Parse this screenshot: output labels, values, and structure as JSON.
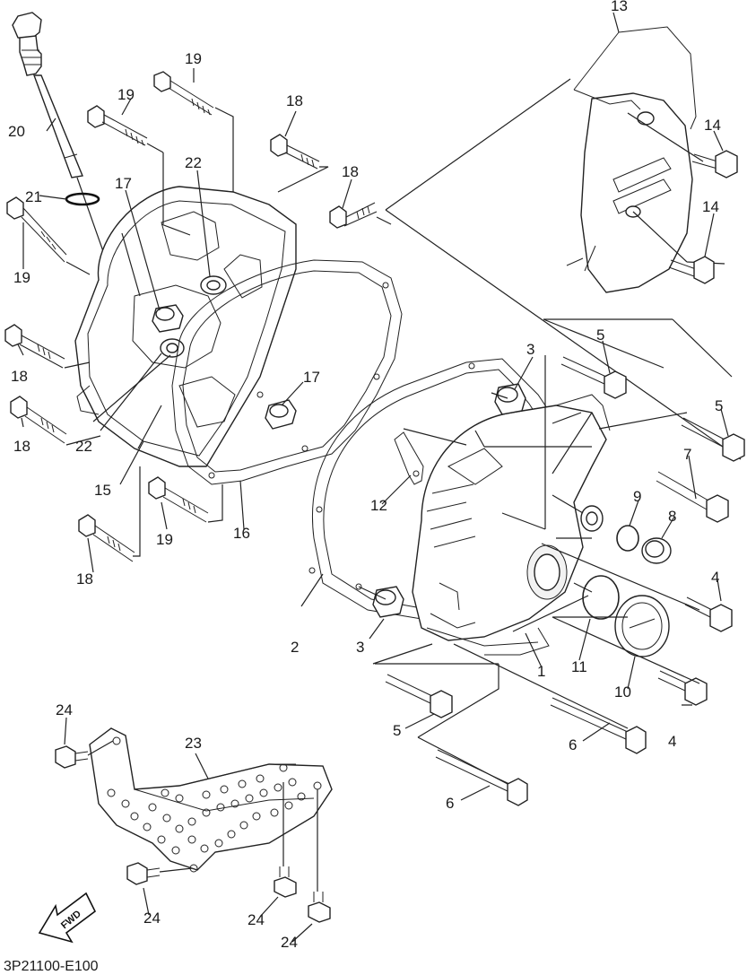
{
  "figure_code": "3P21100-E100",
  "fwd_label": "FWD",
  "callouts": {
    "c1": "1",
    "c2": "2",
    "c3a": "3",
    "c3b": "3",
    "c4a": "4",
    "c4b": "4",
    "c5a": "5",
    "c5b": "5",
    "c5c": "5",
    "c6a": "6",
    "c6b": "6",
    "c7": "7",
    "c8": "8",
    "c9": "9",
    "c10": "10",
    "c11": "11",
    "c12": "12",
    "c13": "13",
    "c14a": "14",
    "c14b": "14",
    "c15": "15",
    "c16": "16",
    "c17a": "17",
    "c17b": "17",
    "c18a": "18",
    "c18b": "18",
    "c18c": "18",
    "c18d": "18",
    "c18e": "18",
    "c19a": "19",
    "c19b": "19",
    "c19c": "19",
    "c19d": "19",
    "c20": "20",
    "c21": "21",
    "c22a": "22",
    "c22b": "22",
    "c23": "23",
    "c24a": "24",
    "c24b": "24",
    "c24c": "24",
    "c24d": "24"
  }
}
